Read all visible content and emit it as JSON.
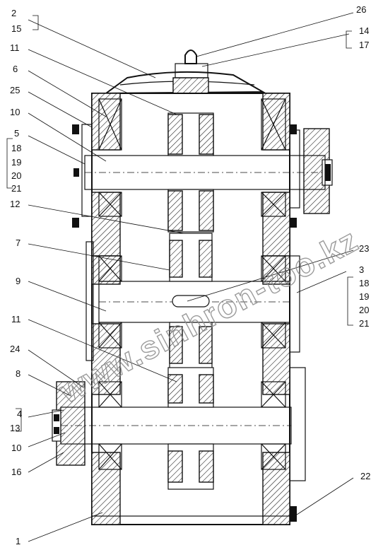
{
  "labels_left": [
    "2",
    "15",
    "11",
    "6",
    "25",
    "10",
    "5",
    "18",
    "19",
    "20",
    "21",
    "12",
    "7",
    "9",
    "11",
    "24",
    "8",
    "4",
    "13",
    "10",
    "16",
    "1"
  ],
  "labels_right": [
    "26",
    "14",
    "17",
    "23",
    "3",
    "18",
    "19",
    "20",
    "21",
    "22"
  ],
  "watermark": "www.sinhron-too.kz",
  "colors": {
    "line": "#111111",
    "watermark": "#8a8a8a",
    "background": "#ffffff"
  }
}
